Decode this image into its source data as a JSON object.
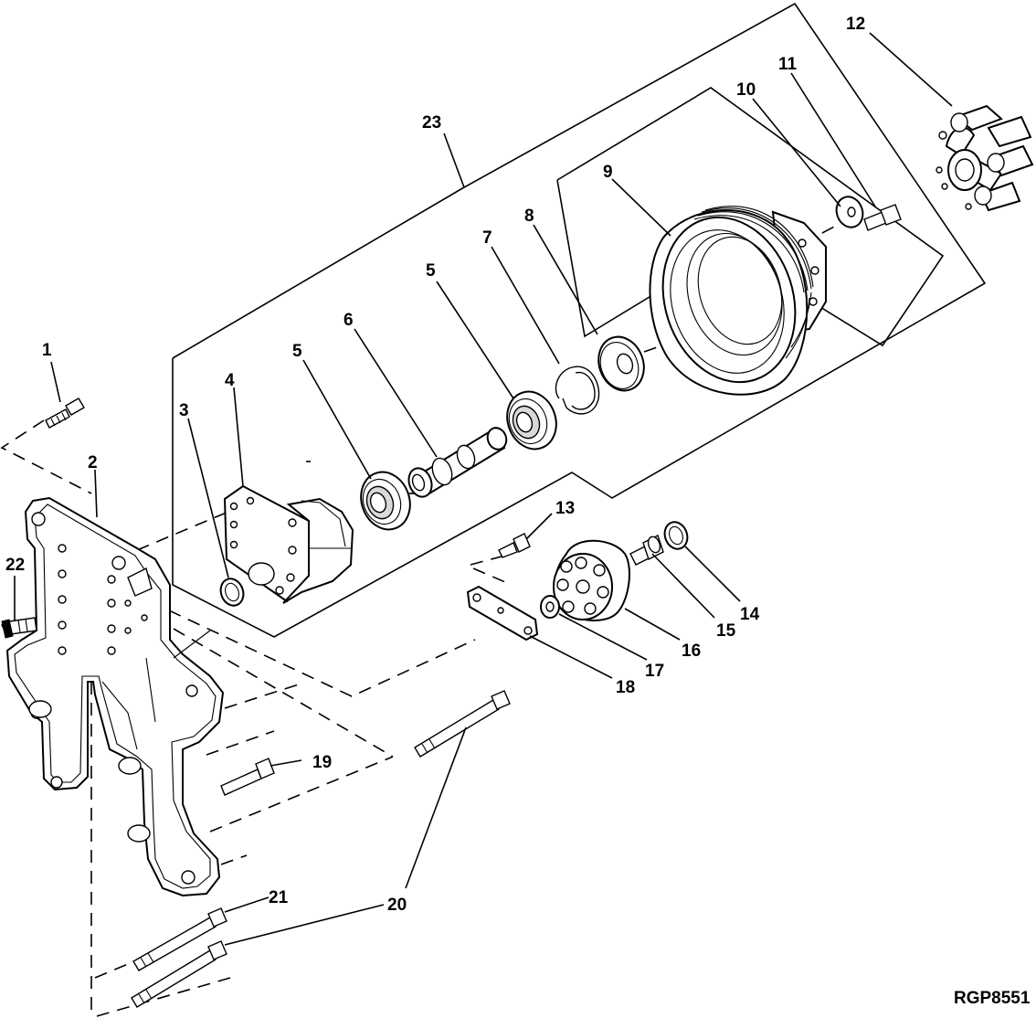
{
  "figure_ref": "RGP8551",
  "callouts": [
    "1",
    "2",
    "3",
    "4",
    "5",
    "5",
    "6",
    "7",
    "8",
    "9",
    "10",
    "11",
    "12",
    "13",
    "14",
    "15",
    "16",
    "17",
    "18",
    "19",
    "20",
    "20",
    "21",
    "22",
    "23"
  ]
}
